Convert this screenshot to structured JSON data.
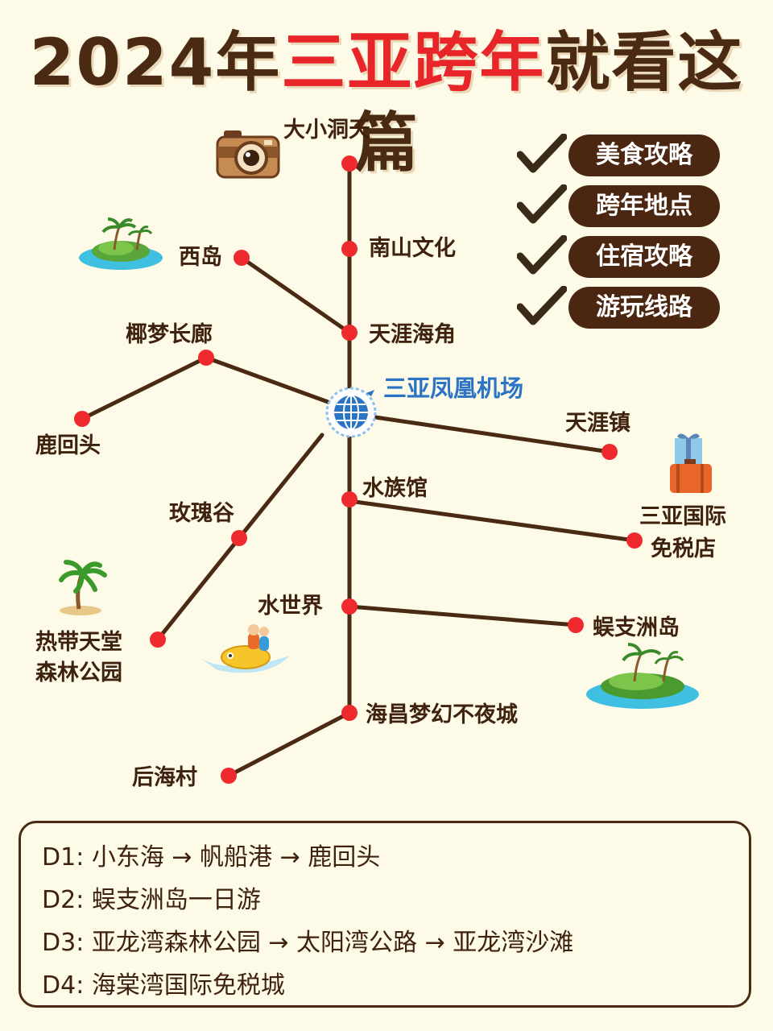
{
  "title": {
    "prefix": "2024年",
    "highlight": "三亚跨年",
    "suffix": "就看这篇"
  },
  "colors": {
    "brown": "#4a2a12",
    "red": "#e8262a",
    "airport_blue": "#2b73c4",
    "pill_bg": "#4b2610",
    "background": "#fdfbe8"
  },
  "map": {
    "airport": "三亚凤凰机场",
    "stops": {
      "daxiaodongtian": "大小洞天",
      "nanshan": "南山文化",
      "xidao": "西岛",
      "tianyahaijiao": "天涯海角",
      "yemeng": "椰梦长廊",
      "luhuitou": "鹿回头",
      "tianyazhen": "天涯镇",
      "shuizuguan": "水族馆",
      "mianshui_1": "三亚国际",
      "mianshui_2": "免税店",
      "meiguigu": "玫瑰谷",
      "rainforest_1": "热带天堂",
      "rainforest_2": "森林公园",
      "shuishijie": "水世界",
      "wuzhizhou": "蜈支洲岛",
      "haichang": "海昌梦幻不夜城",
      "houhaicun": "后海村"
    },
    "icons": [
      "camera-icon",
      "island-icon",
      "palm-tree-icon",
      "banana-boat-icon",
      "gift-suitcase-icon",
      "globe-icon"
    ]
  },
  "checklist": [
    {
      "label": "美食攻略"
    },
    {
      "label": "跨年地点"
    },
    {
      "label": "住宿攻略"
    },
    {
      "label": "游玩线路"
    }
  ],
  "itinerary": [
    {
      "text": "D1: 小东海 → 帆船港 → 鹿回头"
    },
    {
      "text": "D2: 蜈支洲岛一日游"
    },
    {
      "text": "D3: 亚龙湾森林公园 → 太阳湾公路 → 亚龙湾沙滩"
    },
    {
      "text": "D4: 海棠湾国际免税城"
    }
  ]
}
